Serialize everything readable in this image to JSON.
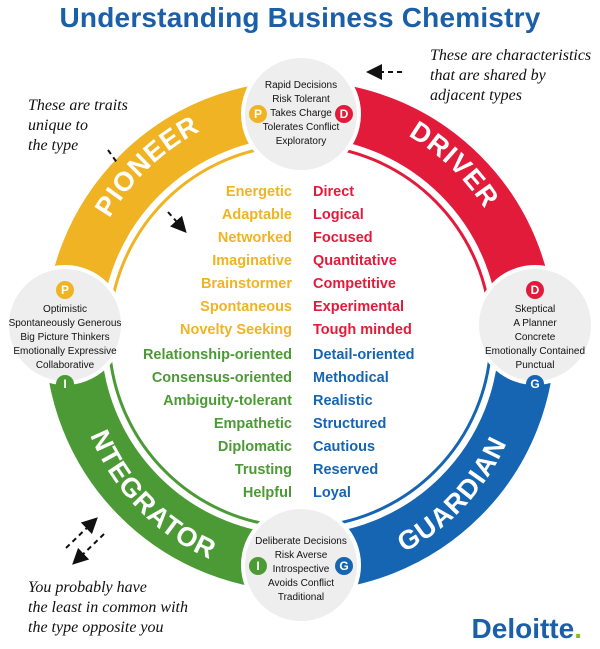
{
  "title": "Understanding Business Chemistry",
  "notes": {
    "top_right_lines": [
      "These are characteristics",
      "that are shared by",
      "adjacent types"
    ],
    "top_left_lines": [
      "These are traits",
      "unique to",
      "the type"
    ],
    "bottom_left_lines": [
      "You probably have",
      "the least in common with",
      "the type opposite you"
    ]
  },
  "logo": {
    "text": "Deloitte",
    "dot": "."
  },
  "colors": {
    "pioneer": "#f0b323",
    "driver": "#e31b3b",
    "guardian": "#1565b3",
    "integrator": "#4c9a35",
    "bubble": "#eeeeee",
    "title": "#1a5fa8"
  },
  "segments": {
    "pioneer": "PIONEER",
    "driver": "DRIVER",
    "guardian": "GUARDIAN",
    "integrator": "INTEGRATOR"
  },
  "badges": {
    "pioneer": "P",
    "driver": "D",
    "guardian": "G",
    "integrator": "I"
  },
  "bubbles": {
    "top": [
      "Rapid Decisions",
      "Risk Tolerant",
      "Takes Charge",
      "Tolerates Conflict",
      "Exploratory"
    ],
    "left": [
      "Optimistic",
      "Spontaneously Generous",
      "Big Picture Thinkers",
      "Emotionally Expressive",
      "Collaborative"
    ],
    "right": [
      "Skeptical",
      "A Planner",
      "Concrete",
      "Emotionally Contained",
      "Punctual"
    ],
    "bottom": [
      "Deliberate Decisions",
      "Risk Averse",
      "Introspective",
      "Avoids Conflict",
      "Traditional"
    ]
  },
  "traits": {
    "pioneer": [
      "Energetic",
      "Adaptable",
      "Networked",
      "Imaginative",
      "Brainstormer",
      "Spontaneous",
      "Novelty Seeking"
    ],
    "driver": [
      "Direct",
      "Logical",
      "Focused",
      "Quantitative",
      "Competitive",
      "Experimental",
      "Tough minded"
    ],
    "integrator": [
      "Relationship-oriented",
      "Consensus-oriented",
      "Ambiguity-tolerant",
      "Empathetic",
      "Diplomatic",
      "Trusting",
      "Helpful"
    ],
    "guardian": [
      "Detail-oriented",
      "Methodical",
      "Realistic",
      "Structured",
      "Cautious",
      "Reserved",
      "Loyal"
    ]
  }
}
